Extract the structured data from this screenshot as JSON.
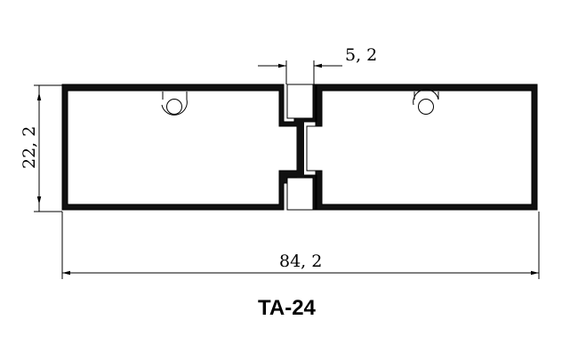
{
  "drawing": {
    "slot_width_label": "5, 2",
    "height_label": "22, 2",
    "total_width_label": "84, 2",
    "profile_code": "TA-24"
  },
  "colors": {
    "line": "#000000",
    "background": "#ffffff"
  }
}
